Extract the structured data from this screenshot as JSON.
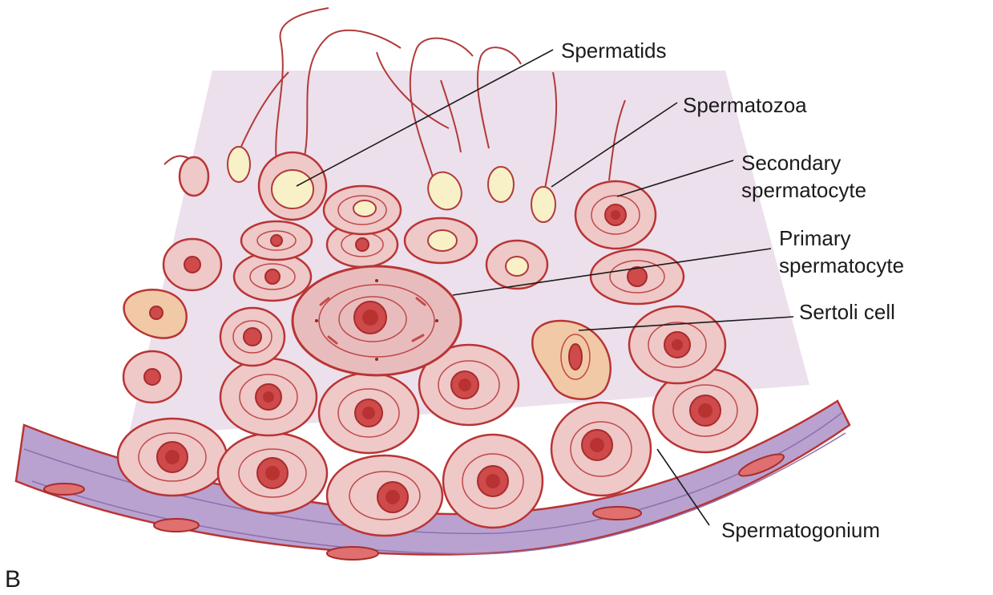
{
  "panel_letter": "B",
  "labels": {
    "spermatids": "Spermatids",
    "spermatozoa": "Spermatozoa",
    "secondary_line1": "Secondary",
    "secondary_line2": "spermatocyte",
    "primary_line1": "Primary",
    "primary_line2": "spermatocyte",
    "sertoli": "Sertoli cell",
    "spermatogonium": "Spermatogonium"
  },
  "colors": {
    "lumen_background": "#ece0ec",
    "cell_fill": "#efc8c8",
    "cell_outline": "#b93434",
    "basement_membrane": "#b9a2cf",
    "sperm_head": "#f8f1c7",
    "sertoli_fill": "#f1c9a7"
  }
}
